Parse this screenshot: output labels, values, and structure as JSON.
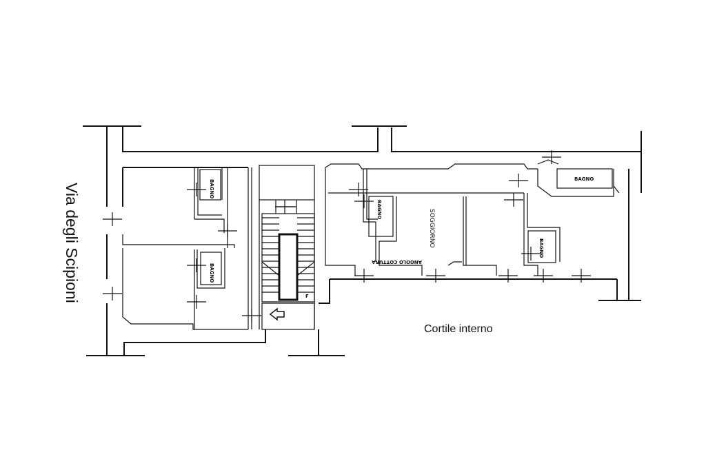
{
  "plan": {
    "street_label": "Via degli Scipioni",
    "courtyard_label": "Cortile interno",
    "rooms": {
      "bath_1": "BAGNO",
      "bath_2": "BAGNO",
      "bath_3": "BAGNO",
      "bath_4": "BAGNO",
      "bath_5": "BAGNO",
      "living": "SOGGIORNO",
      "kitchenette": "ANGOLO COTTURA"
    }
  }
}
